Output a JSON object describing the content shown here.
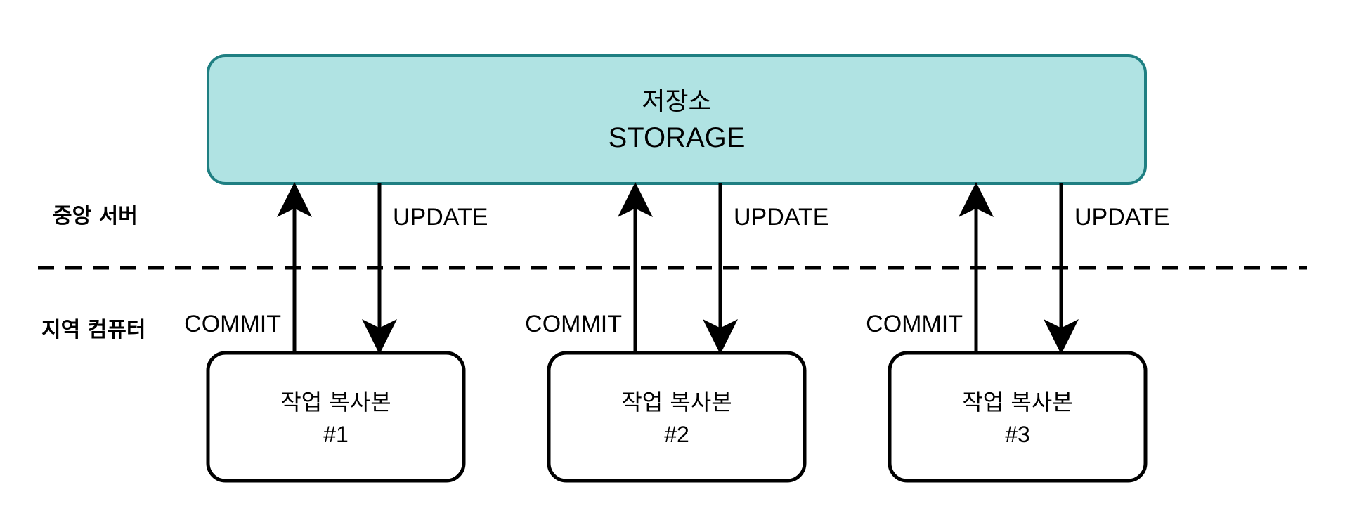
{
  "colors": {
    "storage_fill": "#b0e3e3",
    "storage_stroke": "#1f7f82",
    "line": "#000000",
    "box_fill": "#ffffff"
  },
  "storage": {
    "line1": "저장소",
    "line2": "STORAGE"
  },
  "zones": {
    "server": "중앙 서버",
    "local": "지역 컴퓨터"
  },
  "arrows": {
    "commit_label": "COMMIT",
    "update_label": "UPDATE"
  },
  "copies": [
    {
      "title": "작업 복사본",
      "number": "#1"
    },
    {
      "title": "작업 복사본",
      "number": "#2"
    },
    {
      "title": "작업 복사본",
      "number": "#3"
    }
  ]
}
